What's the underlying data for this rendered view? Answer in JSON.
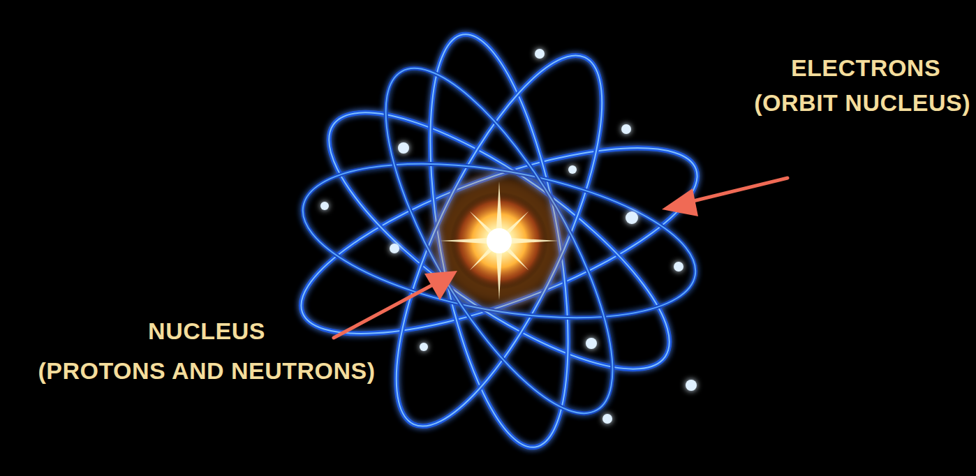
{
  "diagram": {
    "labels": [
      "ELECTRONS",
      "(ORBIT NUCLEUS)",
      "NUCLEUS",
      "(PROTONS AND NEUTRONS)"
    ]
  }
}
